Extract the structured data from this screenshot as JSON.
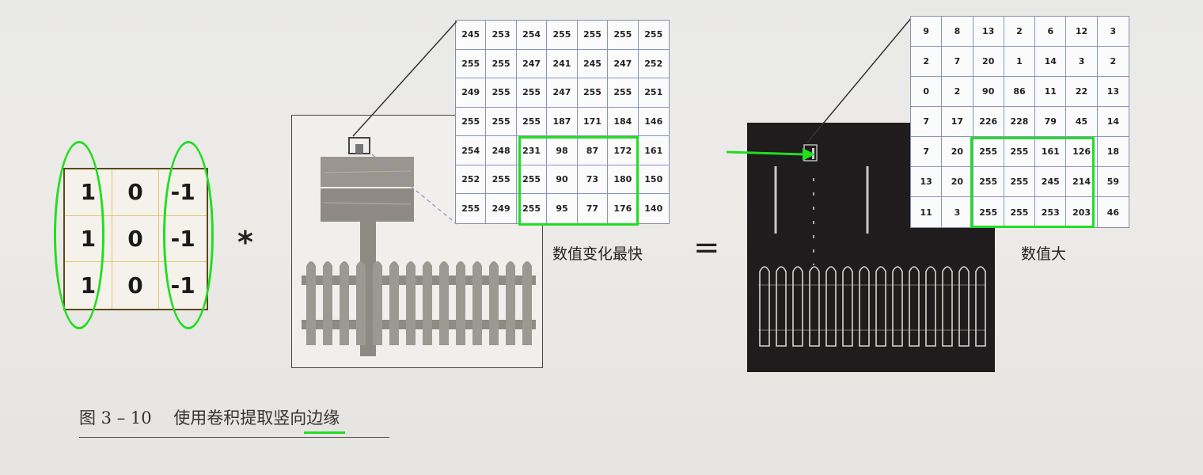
{
  "kernel": {
    "cells": [
      [
        "1",
        "0",
        "-1"
      ],
      [
        "1",
        "0",
        "-1"
      ],
      [
        "1",
        "0",
        "-1"
      ]
    ]
  },
  "operators": {
    "convolve": "*",
    "equals": "="
  },
  "input_grid": {
    "values": [
      [
        "245",
        "253",
        "254",
        "255",
        "255",
        "255",
        "255"
      ],
      [
        "255",
        "255",
        "247",
        "241",
        "245",
        "247",
        "252"
      ],
      [
        "249",
        "255",
        "255",
        "247",
        "255",
        "255",
        "251"
      ],
      [
        "255",
        "255",
        "255",
        "187",
        "171",
        "184",
        "146"
      ],
      [
        "254",
        "248",
        "231",
        "98",
        "87",
        "172",
        "161"
      ],
      [
        "252",
        "255",
        "255",
        "90",
        "73",
        "180",
        "150"
      ],
      [
        "255",
        "249",
        "255",
        "95",
        "77",
        "176",
        "140"
      ]
    ],
    "label": "数值变化最快"
  },
  "output_grid": {
    "values": [
      [
        "9",
        "8",
        "13",
        "2",
        "6",
        "12",
        "3"
      ],
      [
        "2",
        "7",
        "20",
        "1",
        "14",
        "3",
        "2"
      ],
      [
        "0",
        "2",
        "90",
        "86",
        "11",
        "22",
        "13"
      ],
      [
        "7",
        "17",
        "226",
        "228",
        "79",
        "45",
        "14"
      ],
      [
        "7",
        "20",
        "255",
        "255",
        "161",
        "126",
        "18"
      ],
      [
        "13",
        "20",
        "255",
        "255",
        "245",
        "214",
        "59"
      ],
      [
        "11",
        "3",
        "255",
        "255",
        "253",
        "203",
        "46"
      ]
    ],
    "label": "数值大"
  },
  "caption": {
    "text": "图 3 – 10　 使用卷积提取竖向边缘"
  },
  "colors": {
    "highlight": "#22dd22",
    "paper": "#ebeae7",
    "edge_background": "#1e1c1c"
  }
}
